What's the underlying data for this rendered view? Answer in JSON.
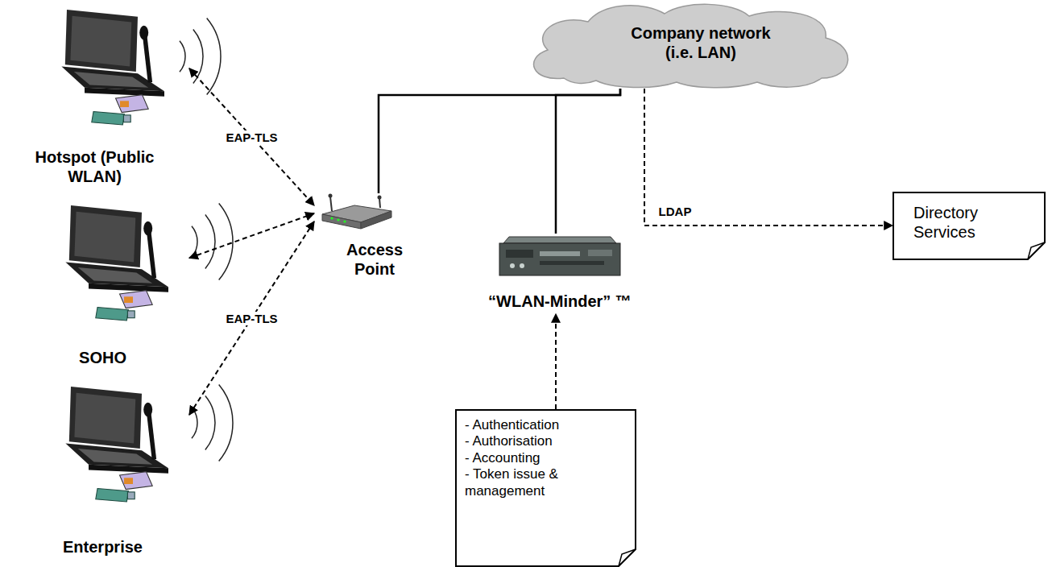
{
  "diagram": {
    "nodes": [
      {
        "text": [
          "Hotspot (Public WLAN)"
        ]
      },
      {
        "text": [
          "SOHO"
        ]
      },
      {
        "text": [
          "Enterprise"
        ]
      },
      {
        "text": [
          "Access Point"
        ]
      },
      {
        "text": [
          "“WLAN-Minder” ™"
        ]
      },
      {
        "text": [
          "Company network (i.e. LAN)"
        ]
      },
      {
        "text": [
          "Directory Services"
        ]
      },
      {
        "text": [
          "- Authentication",
          "- Authorisation",
          "- Accounting",
          "- Token issue & management"
        ]
      }
    ],
    "edges": [
      {
        "from": 0,
        "to": 3,
        "arrow": "both",
        "label": "EAP-TLS"
      },
      {
        "from": 1,
        "to": 3,
        "arrow": "both"
      },
      {
        "from": 2,
        "to": 3,
        "arrow": "both",
        "label": "EAP-TLS"
      },
      {
        "from": 3,
        "to": 5,
        "arrow": "none"
      },
      {
        "from": 4,
        "to": 5,
        "arrow": "none"
      },
      {
        "from": 5,
        "to": 6,
        "arrow": "to",
        "label": "LDAP"
      },
      {
        "from": 7,
        "to": 4,
        "arrow": "to"
      }
    ]
  }
}
